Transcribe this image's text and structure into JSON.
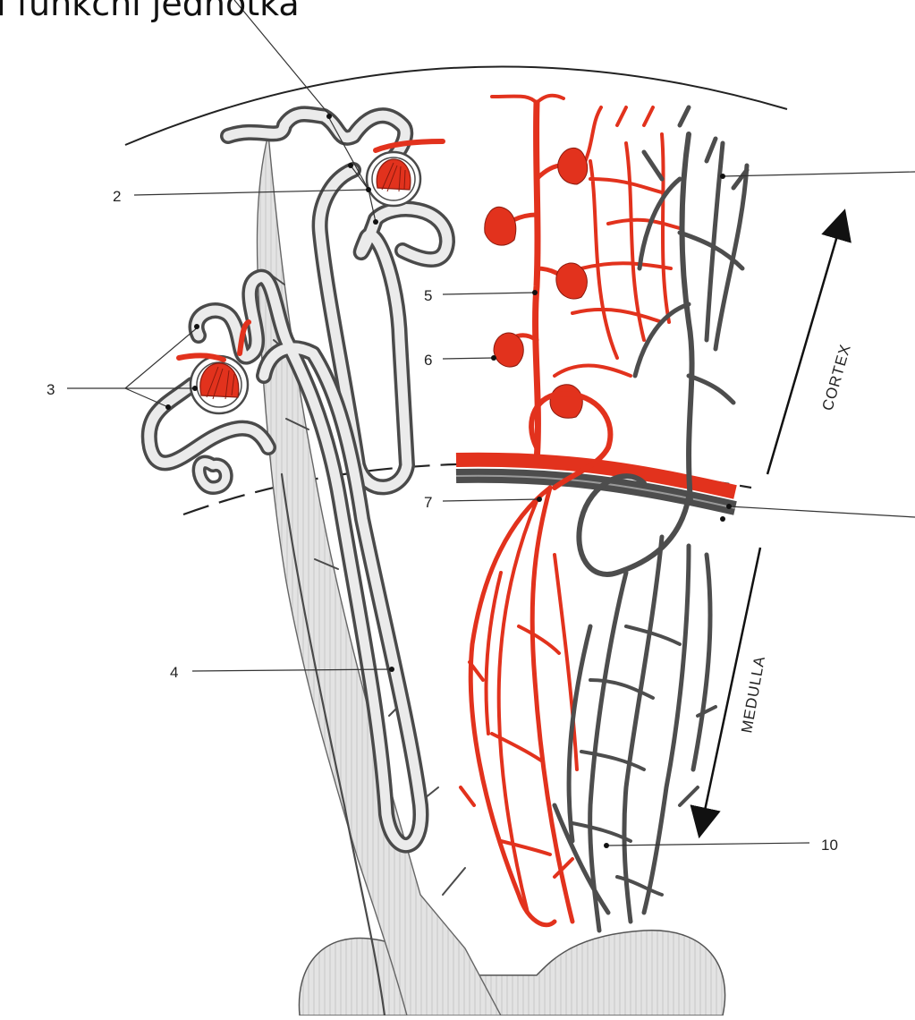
{
  "title": "l funkční jednotka",
  "labels": {
    "l2": "2",
    "l3": "3",
    "l4": "4",
    "l5": "5",
    "l6": "6",
    "l7": "7",
    "l10": "10"
  },
  "regions": {
    "cortex": "CORTEX",
    "medulla": "MEDULLA"
  },
  "colors": {
    "artery": "#e2321d",
    "vein": "#4d4d4d",
    "tubule_outline": "#4a4a4a",
    "tubule_fill": "#ebebeb",
    "collecting_duct": "#dcdcdc"
  }
}
